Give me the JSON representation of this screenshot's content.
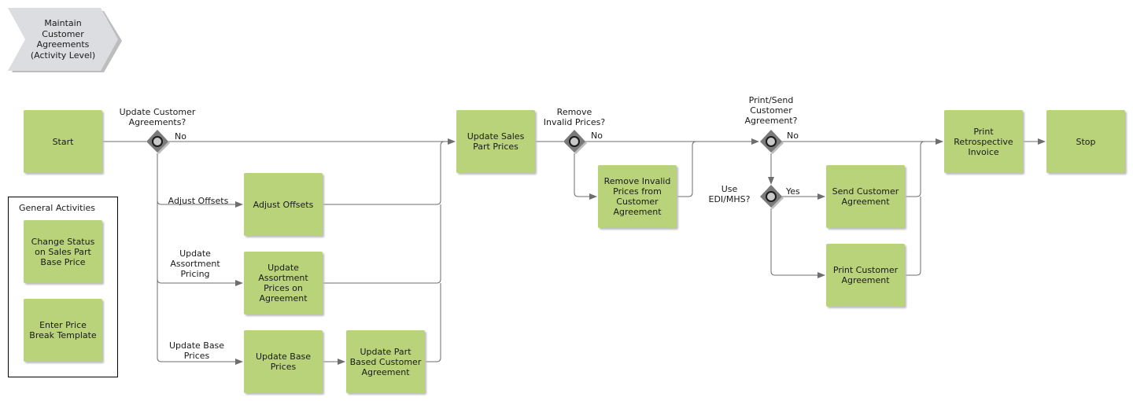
{
  "diagram": {
    "level_label": "Maintain\nCustomer\nAgreements\n(Activity Level)",
    "general_activities_title": "General Activities",
    "activities": {
      "start": "Start",
      "update_sales_part_prices": "Update Sales\nPart Prices",
      "print_retrospective_invoice": "Print\nRetrospective\nInvoice",
      "stop": "Stop",
      "adjust_offsets": "Adjust Offsets",
      "update_assortment_prices": "Update\nAssortment\nPrices on\nAgreement",
      "update_base_prices": "Update Base\nPrices",
      "update_part_based_agreement": "Update Part\nBased Customer\nAgreement",
      "remove_invalid_prices": "Remove Invalid\nPrices from\nCustomer\nAgreement",
      "send_customer_agreement": "Send Customer\nAgreement",
      "print_customer_agreement": "Print Customer\nAgreement",
      "change_status_base_price": "Change Status\non Sales Part\nBase Price",
      "enter_price_break_template": "Enter Price\nBreak Template"
    },
    "gateways": {
      "update_agreements_question": "Update Customer\nAgreements?",
      "remove_invalid_question": "Remove\nInvalid Prices?",
      "print_send_question": "Print/Send\nCustomer\nAgreement?",
      "use_edi_question": "Use\nEDI/MHS?"
    },
    "flow_labels": {
      "no_1": "No",
      "no_2": "No",
      "no_3": "No",
      "yes": "Yes",
      "adjust_offsets": "Adjust Offsets",
      "update_assortment_pricing": "Update\nAssortment\nPricing",
      "update_base_prices": "Update Base\nPrices"
    },
    "colors": {
      "activity_fill": "#b9d37a",
      "gateway_fill": "#7a7a7a",
      "connector": "#6e6e6e",
      "chevron_fill": "#dcdde0"
    }
  }
}
